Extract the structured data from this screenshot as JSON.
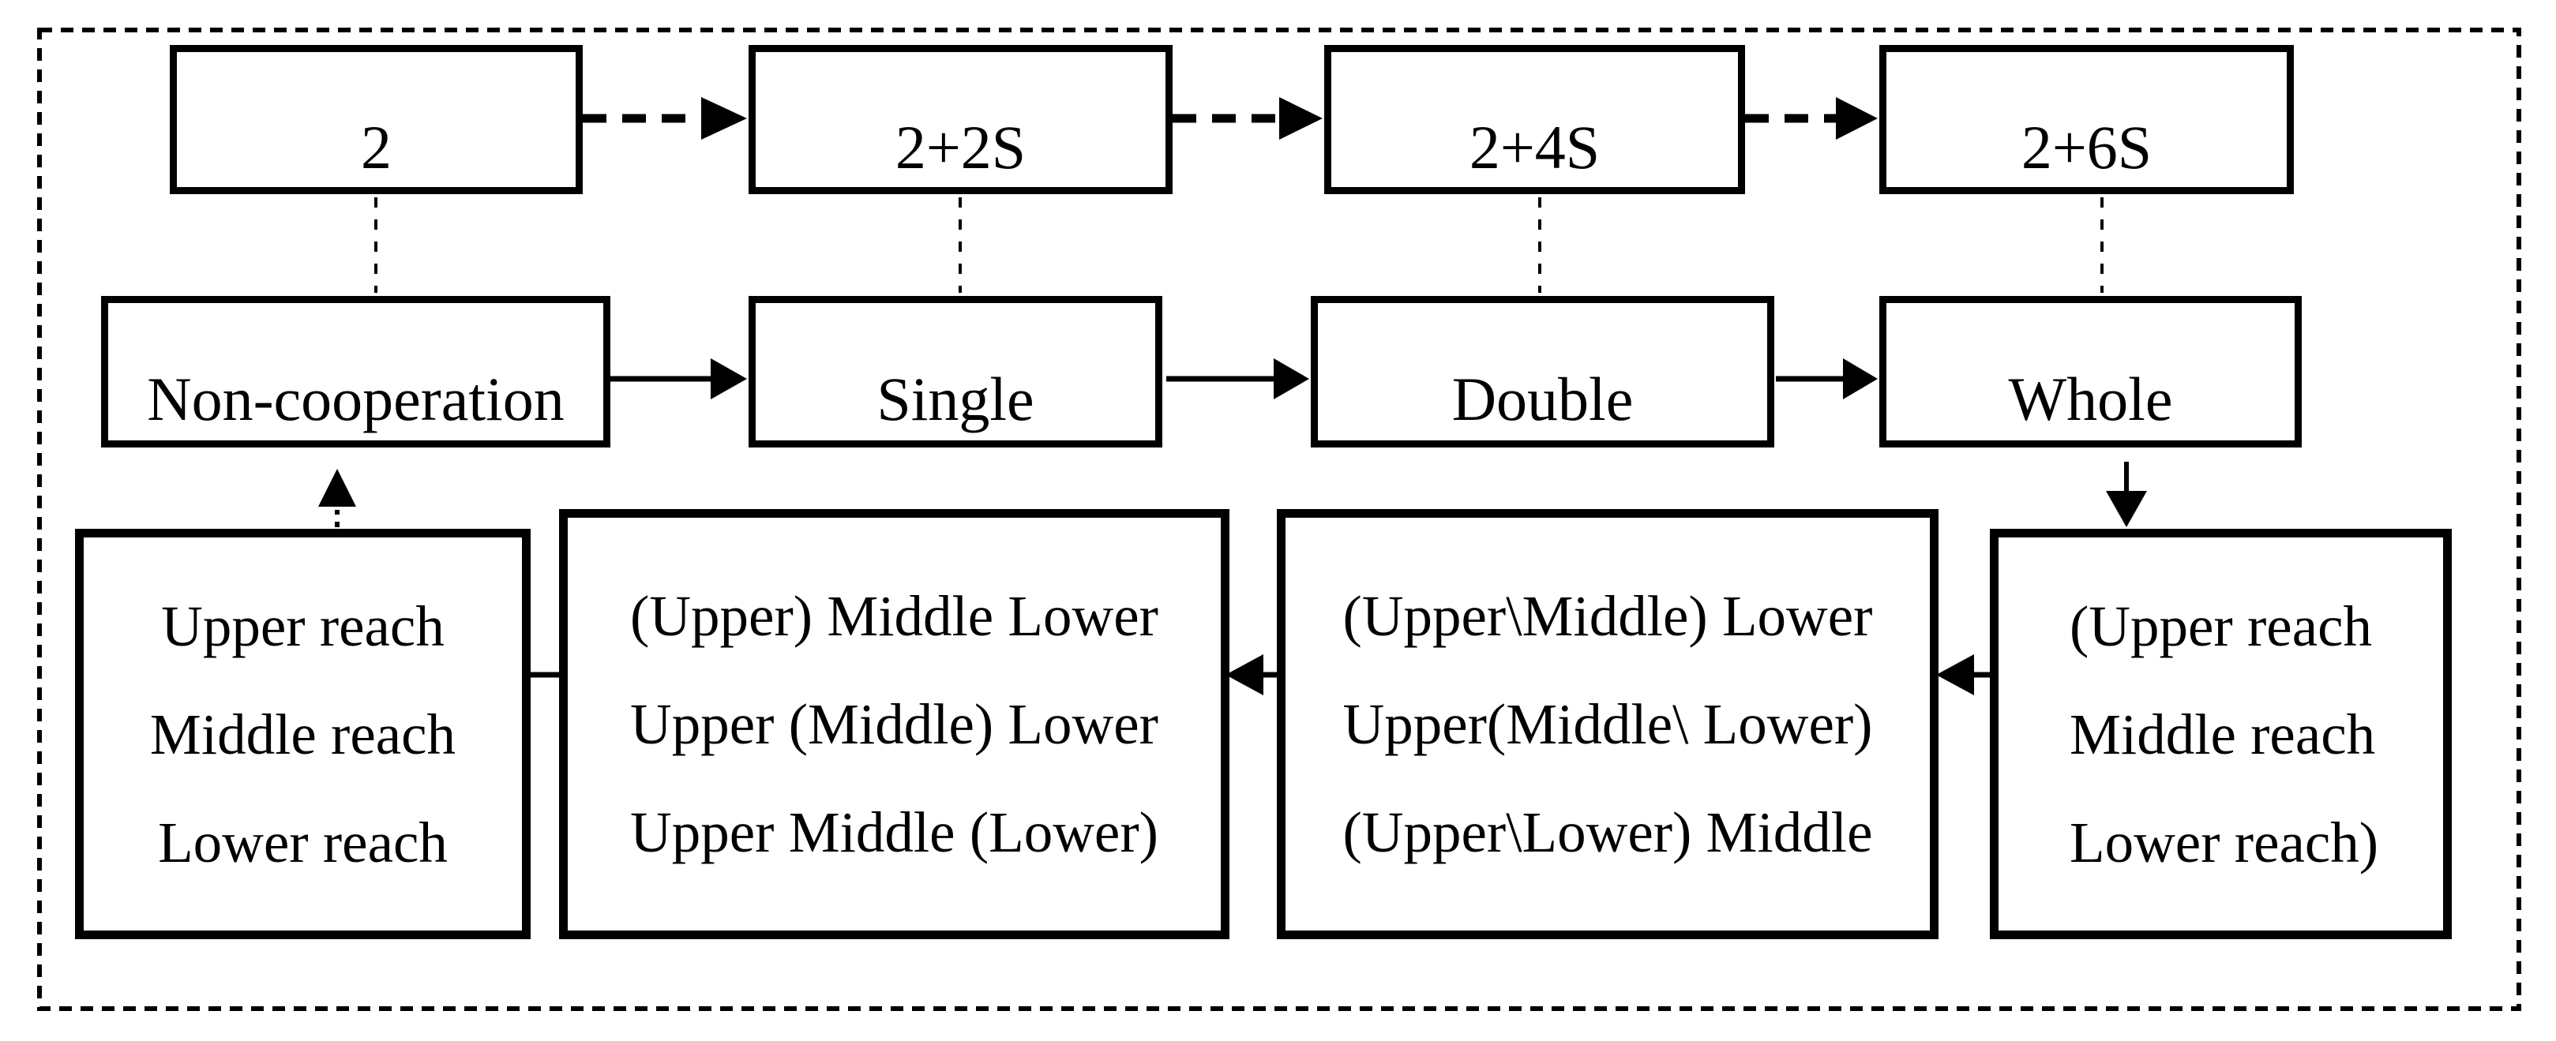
{
  "figure": {
    "colors": {
      "ink": "#000000",
      "background": "#ffffff"
    },
    "coalition_row": [
      {
        "label": "2"
      },
      {
        "label": "2+2S"
      },
      {
        "label": "2+4S"
      },
      {
        "label": "2+6S"
      }
    ],
    "stage_row": [
      {
        "label": "Non-cooperation"
      },
      {
        "label": "Single"
      },
      {
        "label": "Double"
      },
      {
        "label": "Whole"
      }
    ],
    "reach_row": [
      {
        "lines": [
          "Upper reach",
          "Middle reach",
          "Lower reach"
        ]
      },
      {
        "lines": [
          "(Upper) Middle Lower",
          "Upper (Middle) Lower",
          "Upper Middle (Lower)"
        ]
      },
      {
        "lines": [
          "(Upper\\Middle) Lower",
          "Upper(Middle\\ Lower)",
          "(Upper\\Lower) Middle"
        ]
      },
      {
        "lines": [
          "(Upper reach",
          "Middle reach",
          "Lower reach)"
        ]
      }
    ]
  }
}
